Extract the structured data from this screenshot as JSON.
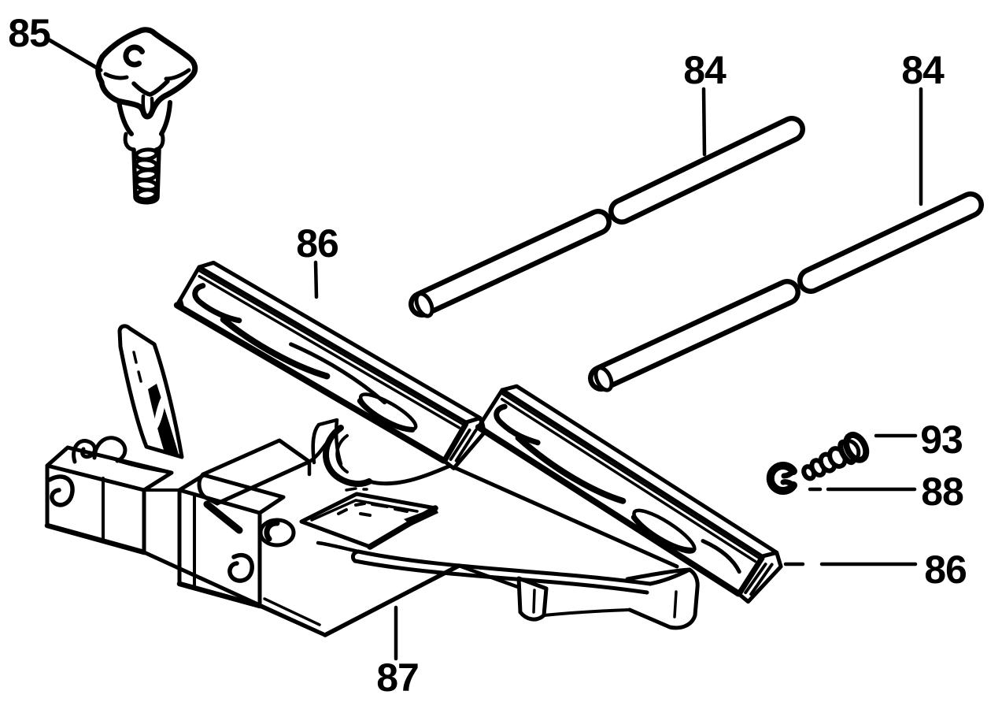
{
  "figure": {
    "type": "exploded-parts-diagram",
    "background_color": "#ffffff",
    "ink_color": "#000000",
    "callouts": [
      {
        "label": "85",
        "part": "clamp-knob"
      },
      {
        "label": "84",
        "part": "guide-rod-left"
      },
      {
        "label": "84",
        "part": "guide-rod-right"
      },
      {
        "label": "86",
        "part": "fence-bar-left"
      },
      {
        "label": "93",
        "part": "screw"
      },
      {
        "label": "88",
        "part": "retaining-clip"
      },
      {
        "label": "86",
        "part": "fence-bar-right"
      },
      {
        "label": "87",
        "part": "fence-base"
      }
    ]
  }
}
